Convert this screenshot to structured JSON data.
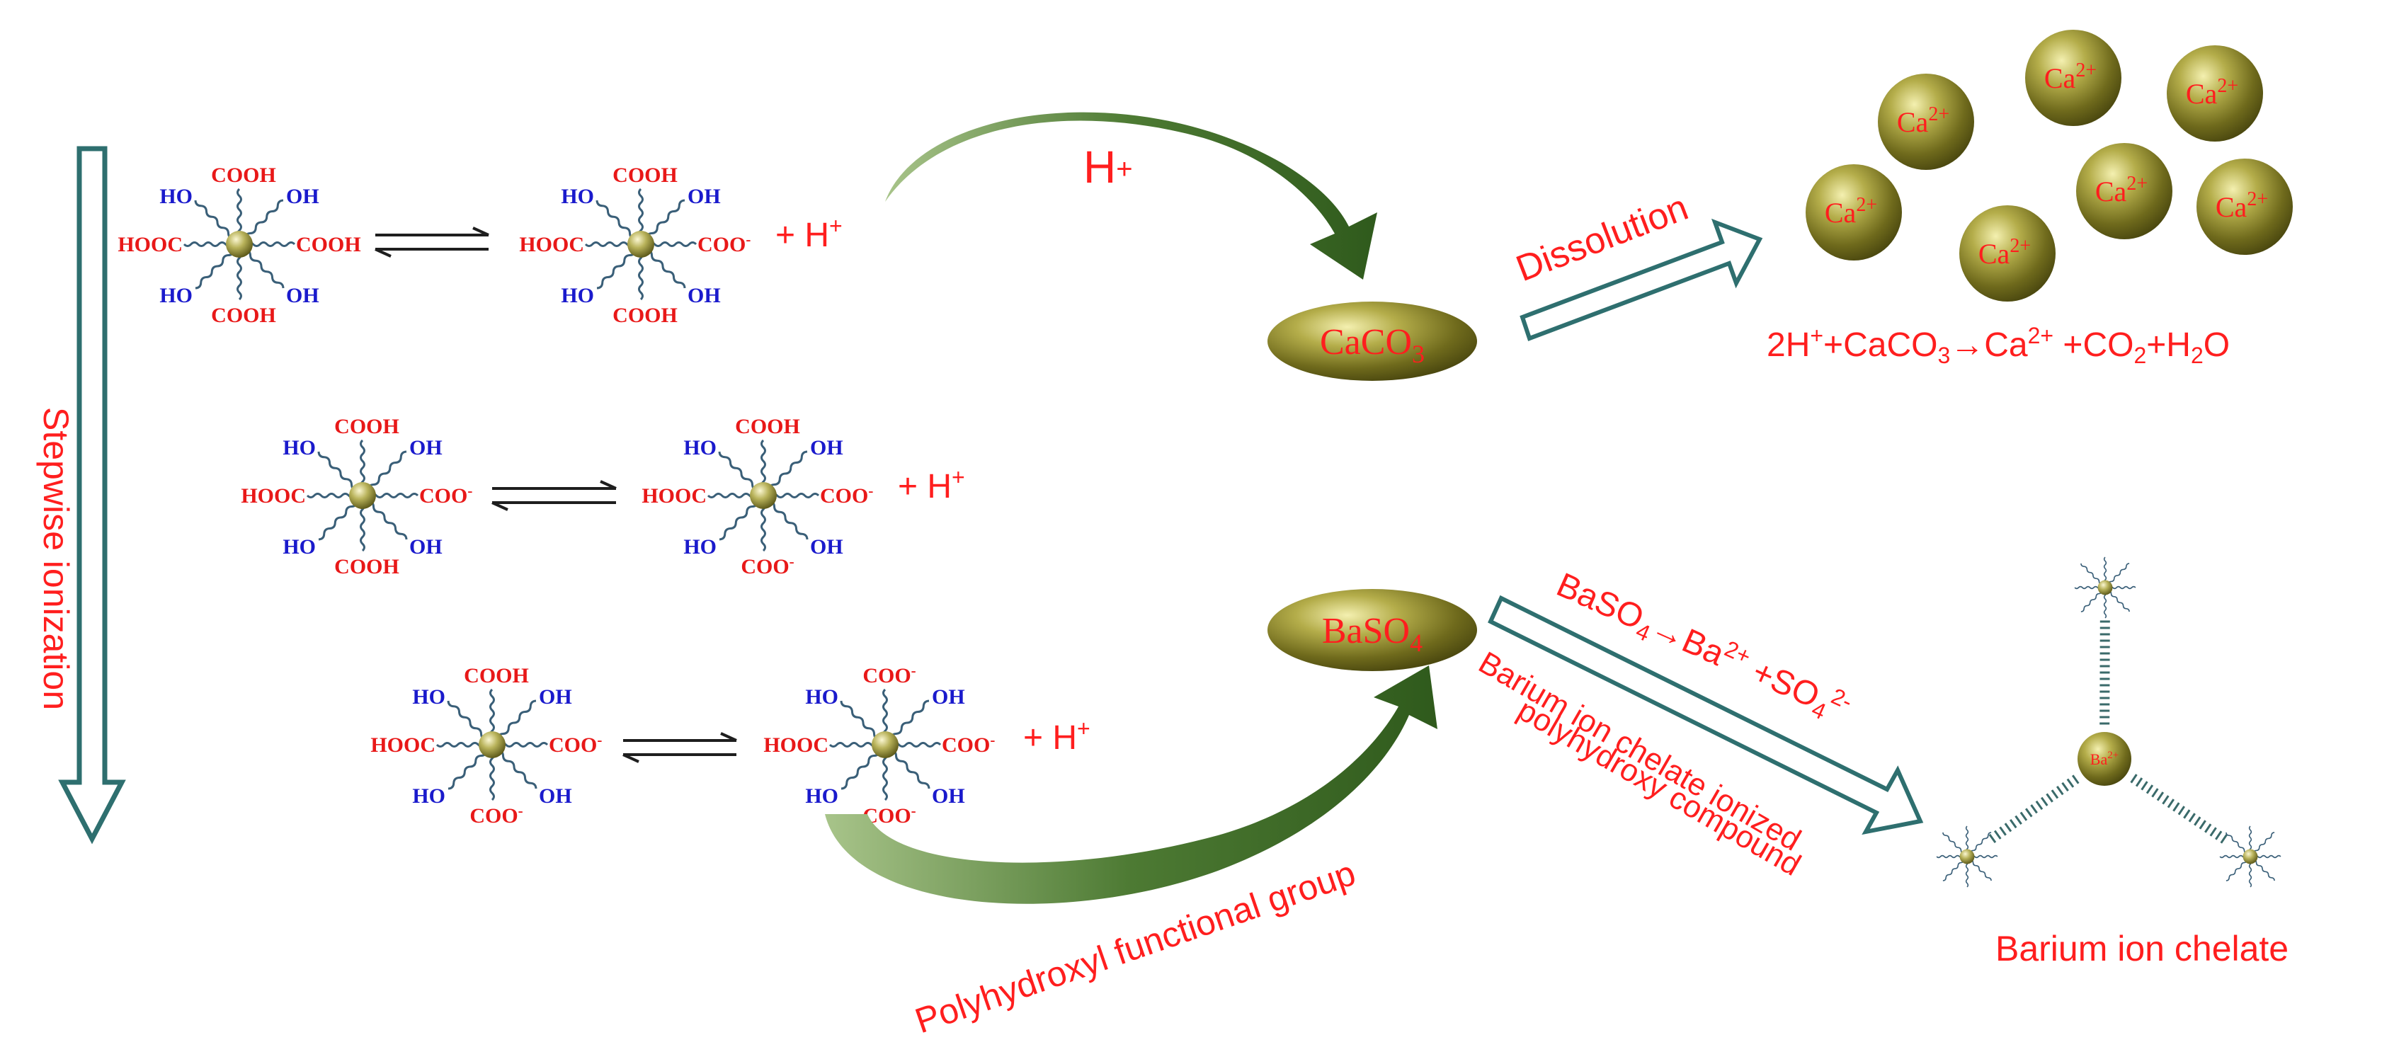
{
  "left_arrow_label": "Stepwise ionization",
  "molecule_groups": {
    "cooh": "COOH",
    "hooc": "HOOC",
    "coo": "COO",
    "oh": "OH",
    "ho": "HO",
    "minus": "-"
  },
  "equilibria": [
    {
      "plus_h": "+ H",
      "h_sup": "+"
    },
    {
      "plus_h": "+ H",
      "h_sup": "+"
    },
    {
      "plus_h": "+ H",
      "h_sup": "+"
    }
  ],
  "h_plus_curve_label": "H",
  "h_plus_curve_sup": "+",
  "caco3": {
    "main": "CaCO",
    "sub": "3"
  },
  "baso4": {
    "main": "BaSO",
    "sub": "4"
  },
  "dissolution_label": "Dissolution",
  "calcium_ion": {
    "main": "Ca",
    "sup": "2+"
  },
  "calcium_equation": {
    "p1": "2H",
    "p1sup": "+",
    "p2": "+CaCO",
    "p2sub": "3",
    "p3": "→Ca",
    "p3sup": "2+",
    "p4": " +CO",
    "p4sub": "2",
    "p5": "+H",
    "p5sub": "2",
    "p6": "O"
  },
  "barium_equation": {
    "p1": "BaSO",
    "p1sub": "4",
    "p2": "→Ba",
    "p2sup": "2+",
    "p3": " +SO",
    "p3sub": "4",
    "p3sup": "2-"
  },
  "barium_chelate_desc_line1": "Barium ion chelate ionized",
  "barium_chelate_desc_line2": "polyhydroxy compound",
  "polyhydroxyl_label": "Polyhydroxyl functional group",
  "barium_chelate_label": "Barium ion chelate",
  "barium_center": {
    "main": "Ba",
    "sup": "2+"
  },
  "colors": {
    "red_text": "#ff1e1e",
    "teal_arrow": "#2e6f6f",
    "green_curve": "#4d7a33",
    "olive_ball": "#8a8a2a",
    "blue_group": "#1a1acc"
  }
}
